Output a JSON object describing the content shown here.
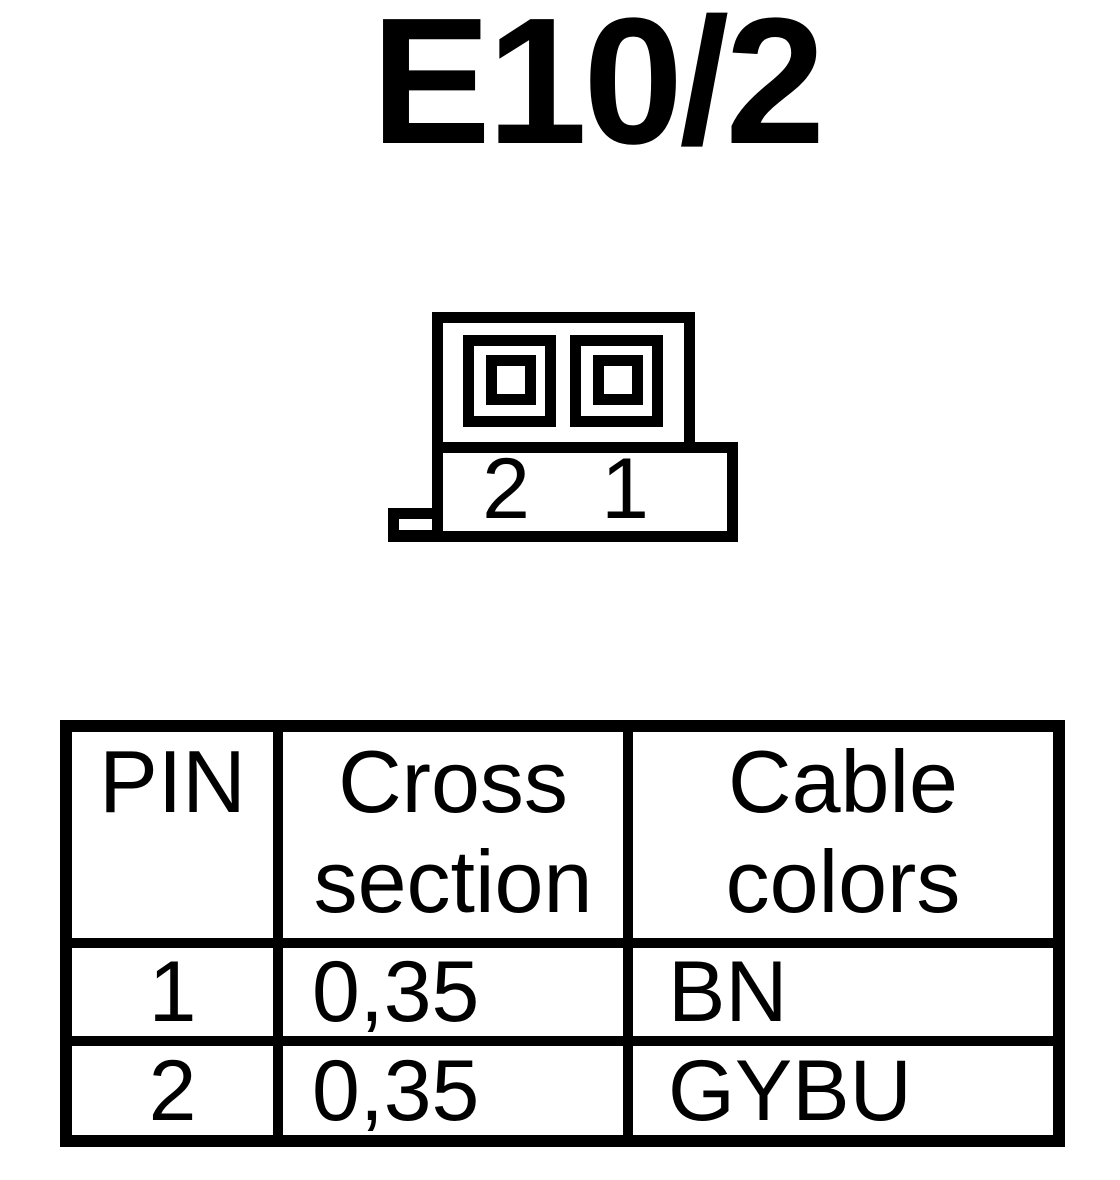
{
  "colors": {
    "ink": "#000000",
    "background": "#ffffff"
  },
  "title": "E10/2",
  "connector": {
    "cavity_labels": [
      "2",
      "1"
    ]
  },
  "table": {
    "headers": [
      "PIN",
      "Cross section",
      "Cable colors"
    ],
    "rows": [
      {
        "pin": "1",
        "cross_section": "0,35",
        "cable_color": "BN"
      },
      {
        "pin": "2",
        "cross_section": "0,35",
        "cable_color": "GYBU"
      }
    ]
  }
}
